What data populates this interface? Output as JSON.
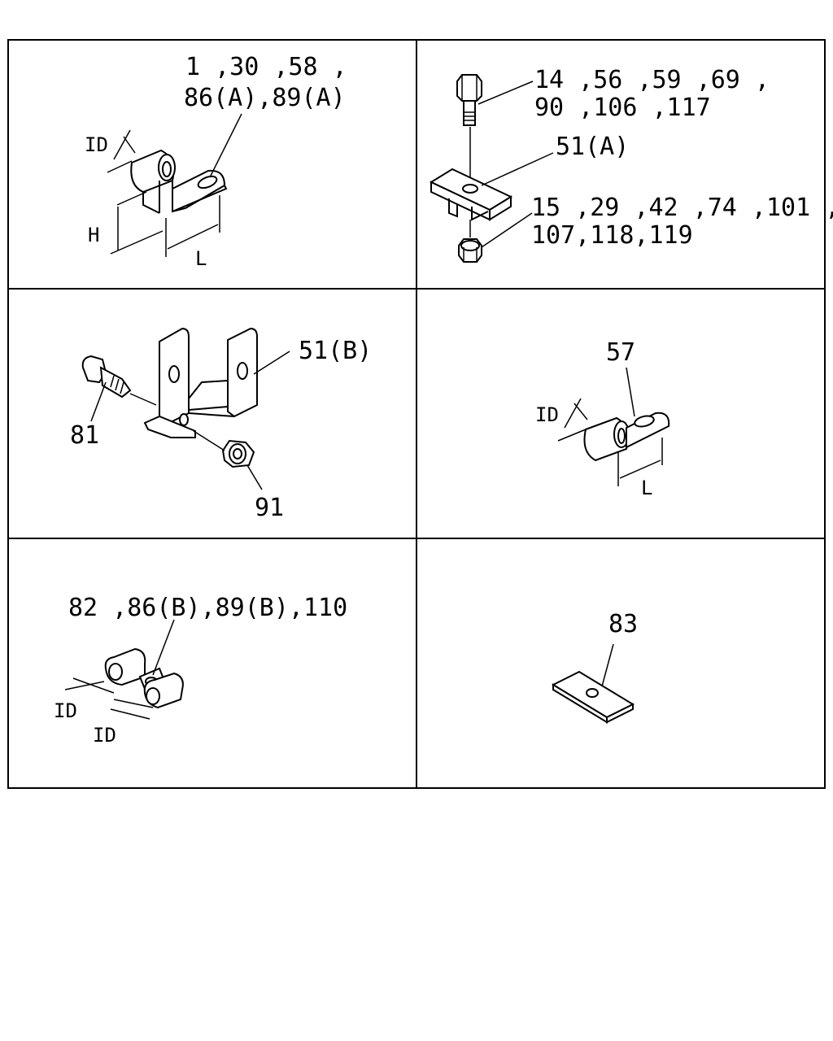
{
  "panels": {
    "p1": {
      "callout_line1": "1 ,30 ,58 ,",
      "callout_line2": "86(A),89(A)",
      "dim_id": "ID",
      "dim_h": "H",
      "dim_l": "L"
    },
    "p2": {
      "bolt_line1": "14 ,56 ,59 ,69 ,",
      "bolt_line2": "90 ,106 ,117",
      "bracket": "51(A)",
      "nut_line1": "15 ,29 ,42 ,74 ,101 ,",
      "nut_line2": "107,118,119"
    },
    "p3": {
      "bracket": "51(B)",
      "bolt": "81",
      "nut": "91"
    },
    "p4": {
      "clip": "57",
      "dim_id": "ID",
      "dim_l": "L"
    },
    "p5": {
      "callout": "82 ,86(B),89(B),110",
      "dim_id_1": "ID",
      "dim_id_2": "ID"
    },
    "p6": {
      "plate": "83"
    }
  }
}
